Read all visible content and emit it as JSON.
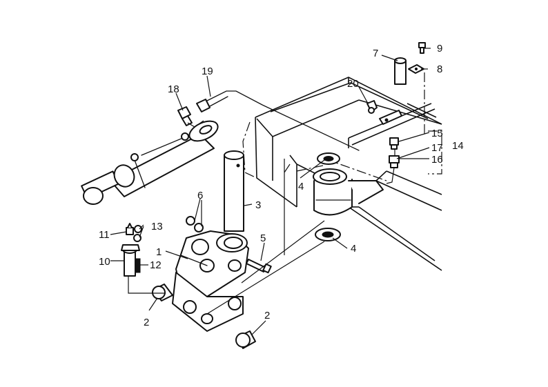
{
  "diagram": {
    "callouts": [
      {
        "id": "c1",
        "text": "1"
      },
      {
        "id": "c2a",
        "text": "2"
      },
      {
        "id": "c2b",
        "text": "2"
      },
      {
        "id": "c3",
        "text": "3"
      },
      {
        "id": "c4a",
        "text": "4"
      },
      {
        "id": "c4b",
        "text": "4"
      },
      {
        "id": "c5",
        "text": "5"
      },
      {
        "id": "c6",
        "text": "6"
      },
      {
        "id": "c7",
        "text": "7"
      },
      {
        "id": "c8",
        "text": "8"
      },
      {
        "id": "c9",
        "text": "9"
      },
      {
        "id": "c10",
        "text": "10"
      },
      {
        "id": "c11",
        "text": "11"
      },
      {
        "id": "c12",
        "text": "12"
      },
      {
        "id": "c13",
        "text": "13"
      },
      {
        "id": "c14",
        "text": "14"
      },
      {
        "id": "c15",
        "text": "15"
      },
      {
        "id": "c16",
        "text": "16"
      },
      {
        "id": "c17",
        "text": "17"
      },
      {
        "id": "c18",
        "text": "18"
      },
      {
        "id": "c19",
        "text": "19"
      },
      {
        "id": "c20",
        "text": "20"
      }
    ]
  }
}
